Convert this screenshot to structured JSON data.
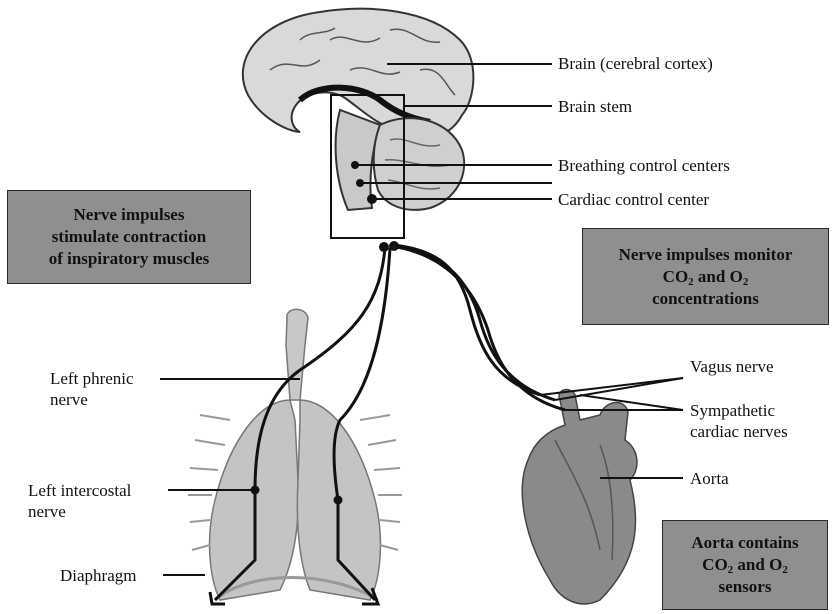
{
  "labels": {
    "brain_cortex": "Brain (cerebral cortex)",
    "brain_stem": "Brain stem",
    "breathing_centers": "Breathing control centers",
    "cardiac_center": "Cardiac control center",
    "left_phrenic_1": "Left phrenic",
    "left_phrenic_2": "nerve",
    "left_intercostal_1": "Left intercostal",
    "left_intercostal_2": "nerve",
    "diaphragm": "Diaphragm",
    "vagus": "Vagus nerve",
    "sympathetic_1": "Sympathetic",
    "sympathetic_2": "cardiac nerves",
    "aorta": "Aorta"
  },
  "boxes": {
    "inspiratory": {
      "line1": "Nerve impulses",
      "line2": "stimulate contraction",
      "line3": "of inspiratory muscles"
    },
    "monitor": {
      "line1": "Nerve impulses monitor",
      "co": "CO",
      "co_sub": "2",
      "and": " and O",
      "o_sub": "2",
      "line3": "concentrations"
    },
    "aorta": {
      "line1": "Aorta contains",
      "co": "CO",
      "co_sub": "2",
      "and": " and O",
      "o_sub": "2",
      "line3": "sensors"
    }
  },
  "colors": {
    "box_fill": "#8f8f8f",
    "brain_fill": "#d9d9d9",
    "lung_fill": "#c8c8c8",
    "heart_fill": "#8a8a8a",
    "line": "#111111"
  }
}
